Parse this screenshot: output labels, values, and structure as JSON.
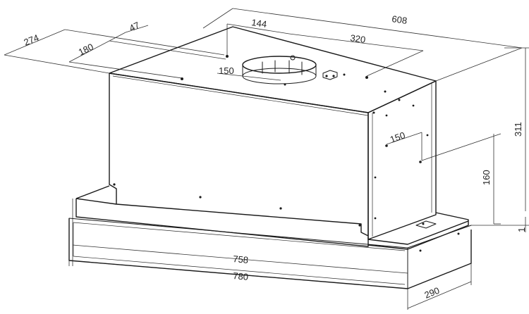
{
  "dimensions": {
    "total_width": "608",
    "side_depth": "274",
    "rear_offset": "180",
    "small_offset": "47",
    "duct_offset": "144",
    "hole_spacing": "320",
    "duct_diameter": "150",
    "side_hole_spacing": "150",
    "height": "311",
    "side_hole_height": "160",
    "gap": "1",
    "inner_width": "758",
    "front_width": "780",
    "depth": "290"
  }
}
